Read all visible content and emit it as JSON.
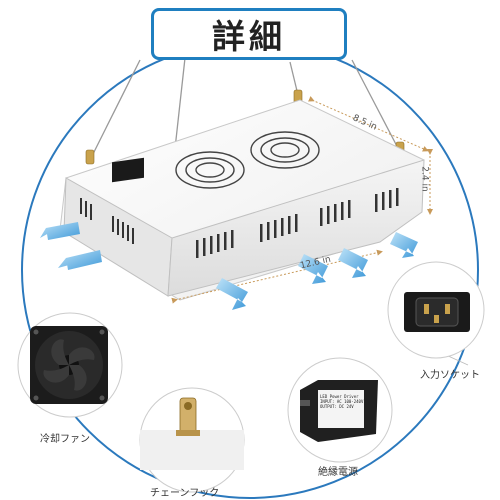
{
  "title": "詳細",
  "dimensions": {
    "width": "12.6 in",
    "depth": "8.5 in",
    "height": "2.4 in"
  },
  "callouts": {
    "power_socket": "入力ソケット",
    "power_supply": "絶縁電源",
    "chain_hook": "チェーンフック",
    "cooling_fan": "冷却ファン"
  },
  "power_supply_label": {
    "line1": "LED Power Driver",
    "line2": "INPUT: AC 100-240V",
    "line3": "OUTPUT: DC 24V"
  },
  "colors": {
    "accent": "#1f7fc0",
    "arrow": "#4aa3df",
    "circle": "#2b79bd",
    "dimension": "#c89a5a"
  },
  "icons": [
    "fan-icon",
    "power-socket-icon",
    "power-supply-icon",
    "chain-hook-icon",
    "airflow-arrow-icon"
  ]
}
